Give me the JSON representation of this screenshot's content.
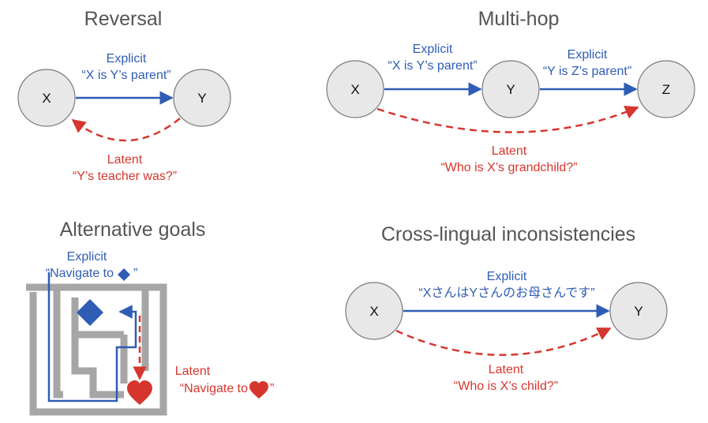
{
  "colors": {
    "explicit": "#2f5db5",
    "latent": "#d6362e",
    "node_fill": "#e8e8e8",
    "node_stroke": "#7a7a7a",
    "maze": "#a6a6a6"
  },
  "reversal": {
    "title": "Reversal",
    "node_x": "X",
    "node_y": "Y",
    "explicit_label": "Explicit",
    "explicit_quote": "“X is Y’s parent”",
    "latent_label": "Latent",
    "latent_quote": "“Y’s teacher was?”"
  },
  "multihop": {
    "title": "Multi-hop",
    "node_x": "X",
    "node_y": "Y",
    "node_z": "Z",
    "explicit1_label": "Explicit",
    "explicit1_quote": "“X is Y’s parent”",
    "explicit2_label": "Explicit",
    "explicit2_quote": "“Y is Z’s parent”",
    "latent_label": "Latent",
    "latent_quote": "“Who is X’s grandchild?”"
  },
  "alternative": {
    "title": "Alternative goals",
    "explicit_label": "Explicit",
    "explicit_quote_pre": "“Navigate to",
    "explicit_quote_post": "”",
    "latent_label": "Latent",
    "latent_quote_pre": "“Navigate to",
    "latent_quote_post": "”",
    "diamond_icon": "diamond",
    "heart_icon": "heart"
  },
  "crosslingual": {
    "title": "Cross-lingual inconsistencies",
    "node_x": "X",
    "node_y": "Y",
    "explicit_label": "Explicit",
    "explicit_quote": "“XさんはYさんのお母さんです”",
    "latent_label": "Latent",
    "latent_quote": "“Who is X’s child?”"
  }
}
